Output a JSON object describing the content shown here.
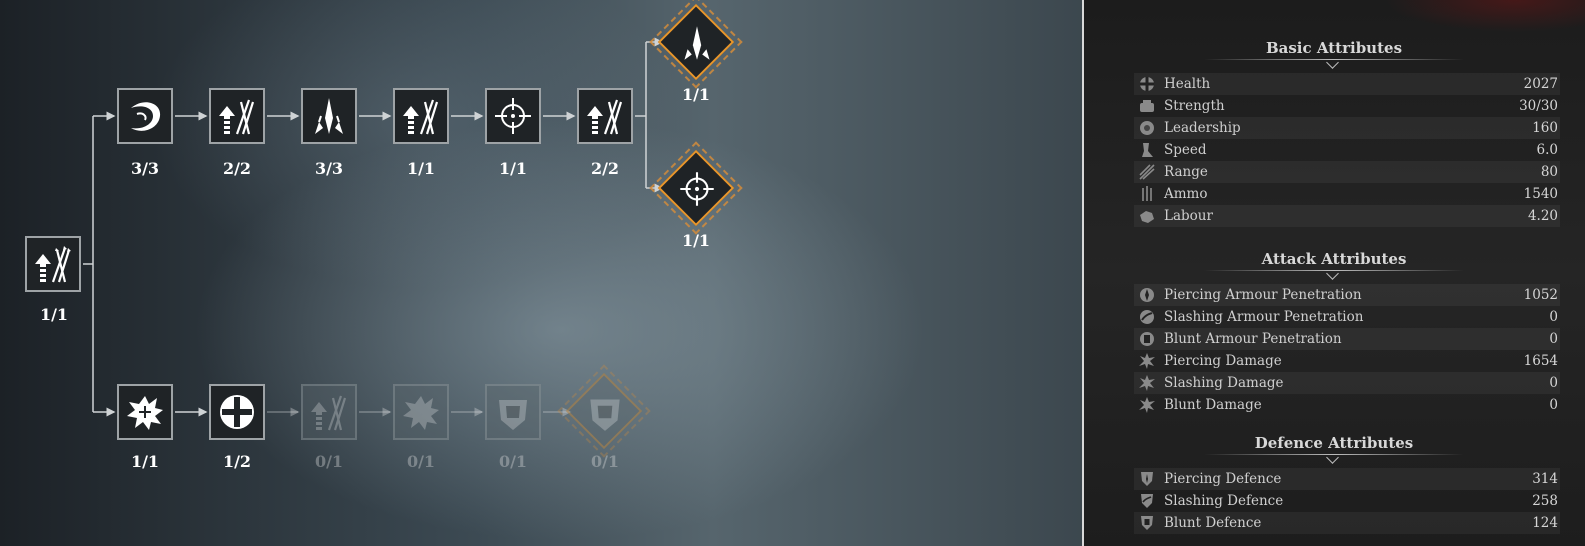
{
  "skill_tree": {
    "start_node": {
      "icon": "arrows-upgrade-icon",
      "count": "1/1"
    },
    "top_row": [
      {
        "icon": "crescent-slash-icon",
        "count": "3/3"
      },
      {
        "icon": "arrows-upgrade-icon",
        "count": "2/2"
      },
      {
        "icon": "arrow-tip-icon",
        "count": "3/3"
      },
      {
        "icon": "arrows-upgrade-icon",
        "count": "1/1"
      },
      {
        "icon": "crosshair-icon",
        "count": "1/1"
      },
      {
        "icon": "arrows-upgrade-icon",
        "count": "2/2"
      }
    ],
    "top_branch_diamonds": [
      {
        "icon": "arrow-tip-icon",
        "count": "1/1"
      },
      {
        "icon": "crosshair-icon",
        "count": "1/1"
      }
    ],
    "bottom_row": [
      {
        "icon": "impact-burst-icon",
        "count": "1/1",
        "locked": false
      },
      {
        "icon": "health-cross-icon",
        "count": "1/2",
        "locked": false
      },
      {
        "icon": "arrows-upgrade-icon",
        "count": "0/1",
        "locked": true
      },
      {
        "icon": "impact-burst-icon",
        "count": "0/1",
        "locked": true
      },
      {
        "icon": "helmet-shield-icon",
        "count": "0/1",
        "locked": true
      }
    ],
    "bottom_diamond": {
      "icon": "helmet-shield-icon",
      "count": "0/1",
      "locked": true
    },
    "colors": {
      "accent": "#e8962b",
      "node_border": "#9ea3a6"
    }
  },
  "attributes": {
    "basic": {
      "title": "Basic Attributes",
      "rows": [
        {
          "icon": "health-icon",
          "label": "Health",
          "value": "2027"
        },
        {
          "icon": "strength-icon",
          "label": "Strength",
          "value": "30/30"
        },
        {
          "icon": "leadership-icon",
          "label": "Leadership",
          "value": "160"
        },
        {
          "icon": "speed-icon",
          "label": "Speed",
          "value": "6.0"
        },
        {
          "icon": "range-icon",
          "label": "Range",
          "value": "80"
        },
        {
          "icon": "ammo-icon",
          "label": "Ammo",
          "value": "1540"
        },
        {
          "icon": "labour-icon",
          "label": "Labour",
          "value": "4.20"
        }
      ]
    },
    "attack": {
      "title": "Attack Attributes",
      "rows": [
        {
          "icon": "piercing-penetration-icon",
          "label": "Piercing Armour Penetration",
          "value": "1052"
        },
        {
          "icon": "slashing-penetration-icon",
          "label": "Slashing Armour Penetration",
          "value": "0"
        },
        {
          "icon": "blunt-penetration-icon",
          "label": "Blunt Armour Penetration",
          "value": "0"
        },
        {
          "icon": "piercing-damage-icon",
          "label": "Piercing Damage",
          "value": "1654"
        },
        {
          "icon": "slashing-damage-icon",
          "label": "Slashing Damage",
          "value": "0"
        },
        {
          "icon": "blunt-damage-icon",
          "label": "Blunt Damage",
          "value": "0"
        }
      ]
    },
    "defence": {
      "title": "Defence Attributes",
      "rows": [
        {
          "icon": "piercing-defence-icon",
          "label": "Piercing Defence",
          "value": "314"
        },
        {
          "icon": "slashing-defence-icon",
          "label": "Slashing Defence",
          "value": "258"
        },
        {
          "icon": "blunt-defence-icon",
          "label": "Blunt Defence",
          "value": "124"
        }
      ]
    }
  }
}
